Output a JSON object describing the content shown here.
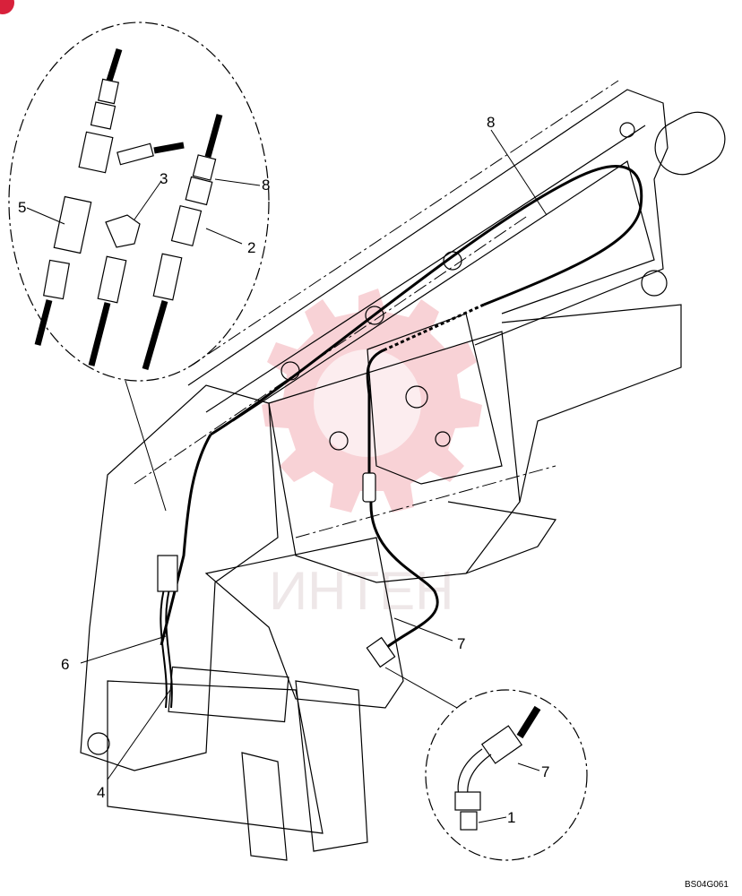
{
  "callouts": [
    {
      "id": "c1",
      "text": "1"
    },
    {
      "id": "c2",
      "text": "2"
    },
    {
      "id": "c3",
      "text": "3"
    },
    {
      "id": "c4",
      "text": "4"
    },
    {
      "id": "c5",
      "text": "5"
    },
    {
      "id": "c6",
      "text": "6"
    },
    {
      "id": "c7a",
      "text": "7"
    },
    {
      "id": "c7b",
      "text": "7"
    },
    {
      "id": "c8a",
      "text": "8"
    },
    {
      "id": "c8b",
      "text": "8"
    }
  ],
  "drawing_ref": "BS04G061",
  "colors": {
    "line": "#000000",
    "watermark": "#f4b6bd",
    "badge": "#d8213b"
  }
}
